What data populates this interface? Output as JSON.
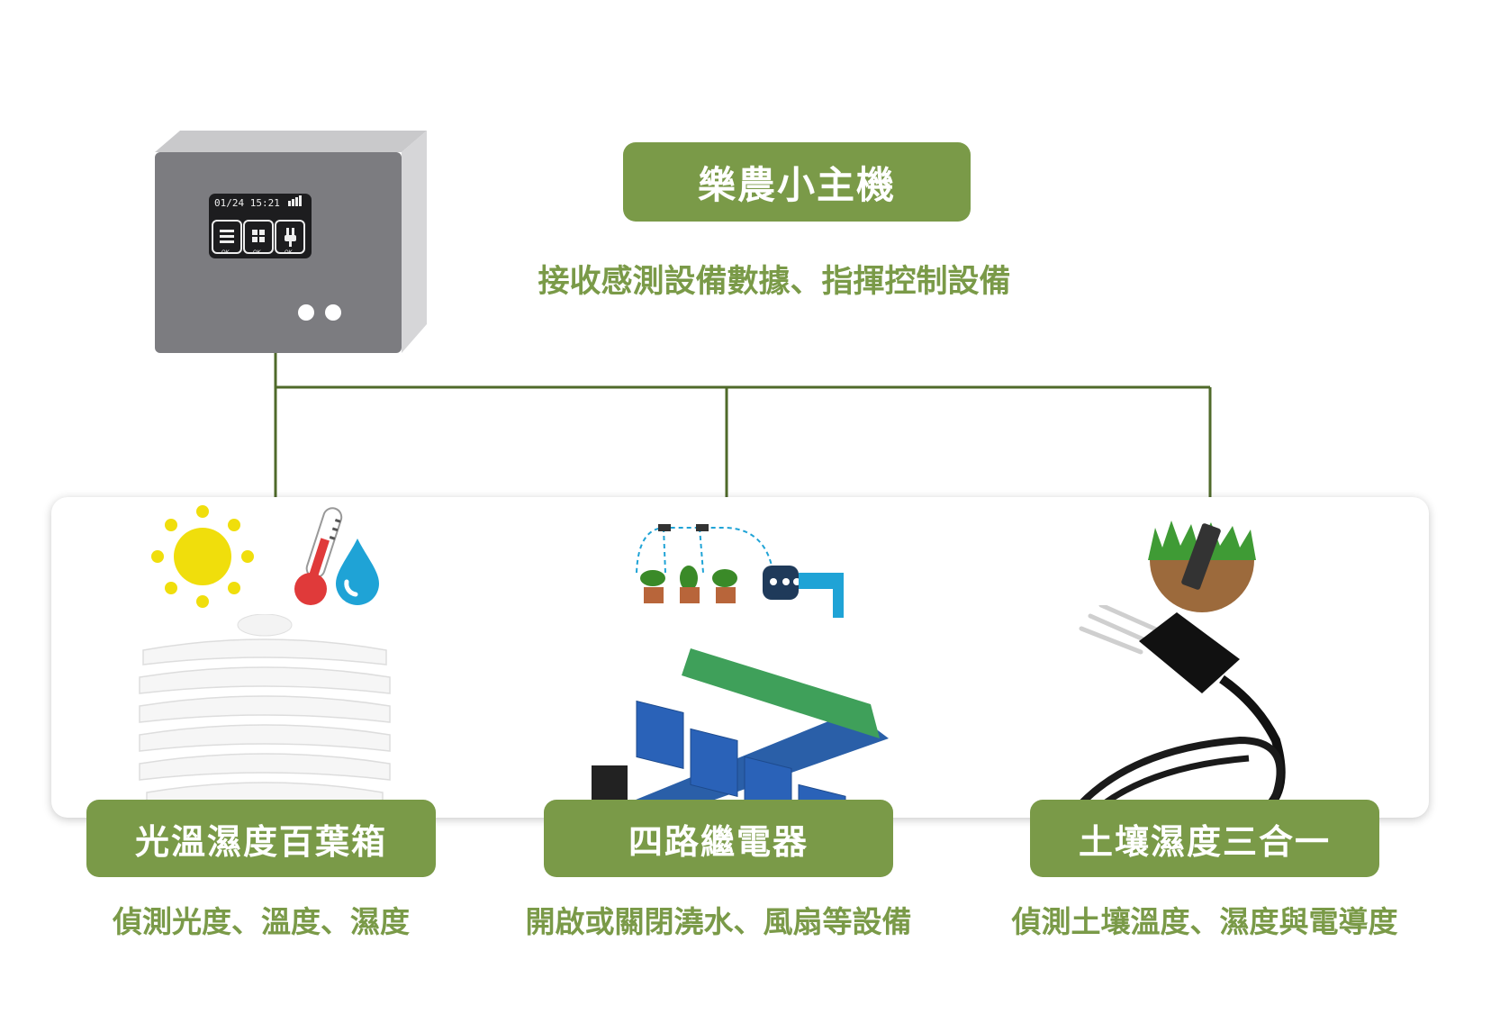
{
  "hub": {
    "title": "樂農小主機",
    "subtitle": "接收感測設備數據、指揮控制設備",
    "screen_time": "01/24 15:21",
    "screen_labels": [
      "OK",
      "OK",
      "OK"
    ]
  },
  "devices": [
    {
      "title": "光溫濕度百葉箱",
      "caption": "偵測光度、溫度、濕度"
    },
    {
      "title": "四路繼電器",
      "caption": "開啟或關閉澆水、風扇等設備"
    },
    {
      "title": "土壤濕度三合一",
      "caption": "偵測土壤溫度、濕度與電導度"
    }
  ],
  "colors": {
    "accent": "#7a9a48",
    "line": "#4f6a2a",
    "sun": "#f0de0c",
    "thermo": "#e03a3a",
    "water": "#1fa3d6"
  },
  "icons": [
    "sun-icon",
    "thermometer-icon",
    "water-drop-icon",
    "irrigation-icon",
    "soil-probe-icon"
  ]
}
